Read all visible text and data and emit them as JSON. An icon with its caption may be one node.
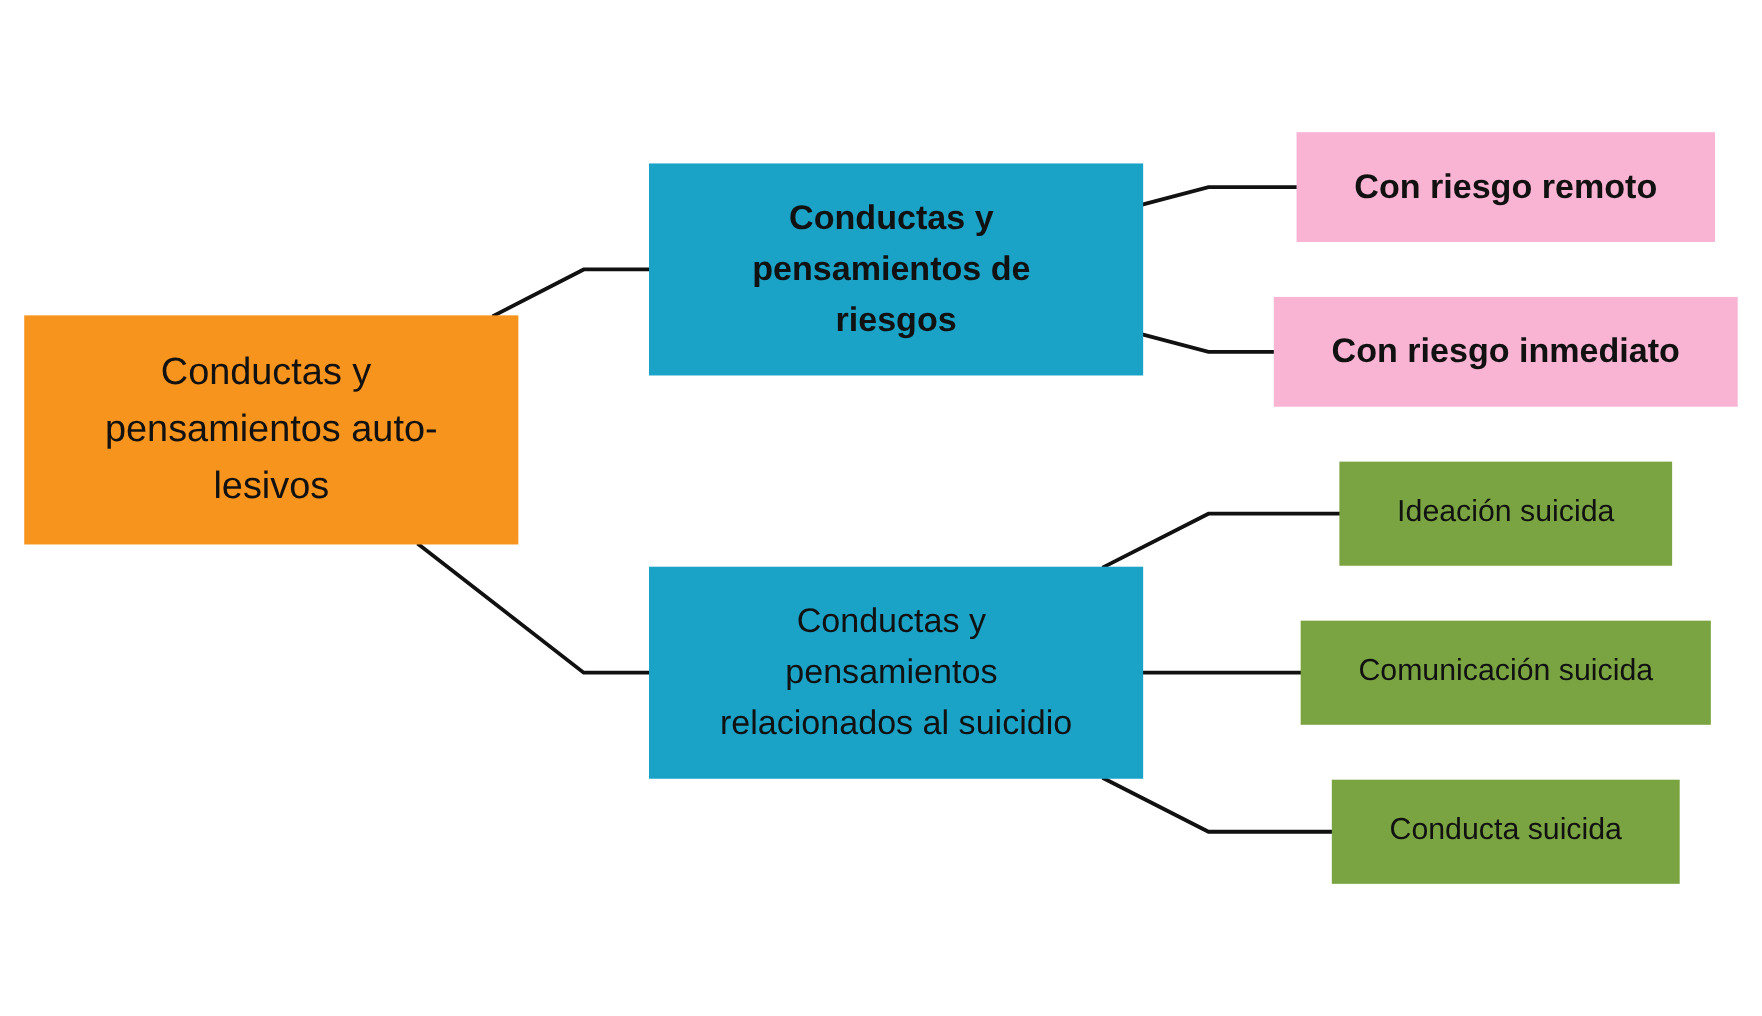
{
  "diagram": {
    "nodes": [
      {
        "text": [
          "Conductas y pensamientos auto-lesivos"
        ]
      },
      {
        "text": [
          "Conductas y pensamientos de riesgos"
        ]
      },
      {
        "text": [
          "Conductas y pensamientos relacionados al suicidio"
        ]
      },
      {
        "text": [
          "Con riesgo remoto"
        ]
      },
      {
        "text": [
          "Con riesgo inmediato"
        ]
      },
      {
        "text": [
          "Ideación suicida"
        ]
      },
      {
        "text": [
          "Comunicación suicida"
        ]
      },
      {
        "text": [
          "Conducta suicida"
        ]
      }
    ],
    "edges": [
      {
        "from": 0,
        "to": 1,
        "arrow": "none"
      },
      {
        "from": 0,
        "to": 2,
        "arrow": "none"
      },
      {
        "from": 1,
        "to": 3,
        "arrow": "none"
      },
      {
        "from": 1,
        "to": 4,
        "arrow": "none"
      },
      {
        "from": 2,
        "to": 5,
        "arrow": "none"
      },
      {
        "from": 2,
        "to": 6,
        "arrow": "none"
      },
      {
        "from": 2,
        "to": 7,
        "arrow": "none"
      }
    ]
  }
}
